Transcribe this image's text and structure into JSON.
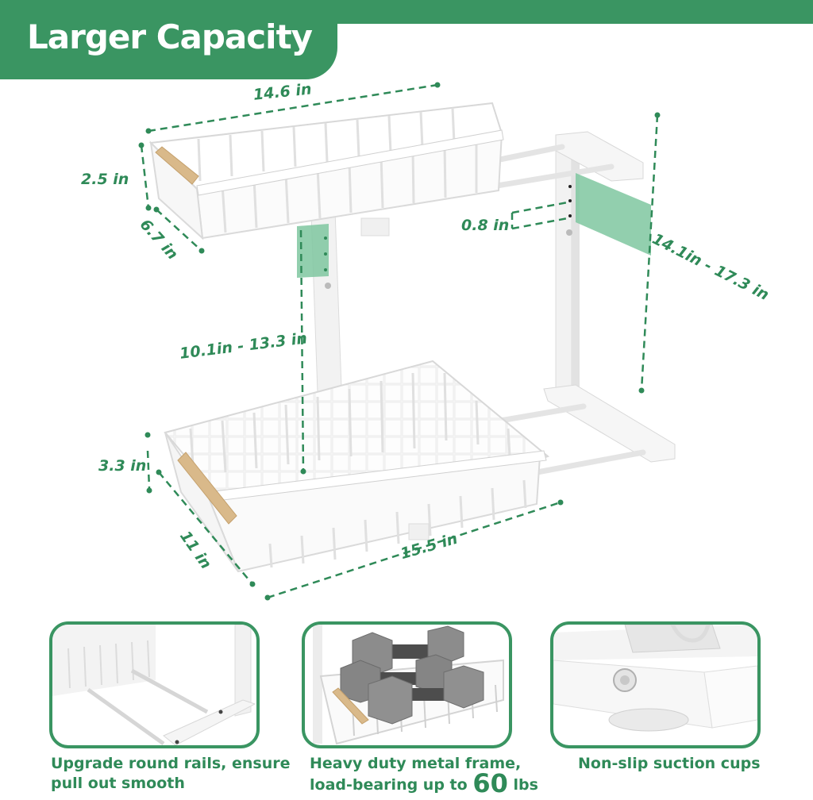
{
  "header": {
    "title": "Larger Capacity"
  },
  "colors": {
    "brand_green": "#3a9562",
    "text_green": "#2f8a58",
    "highlight_green": "#7fc7a0",
    "wood": "#d9b98a"
  },
  "dimensions": {
    "top_basket_length": "14.6 in",
    "top_basket_height": "2.5 in",
    "top_basket_depth": "6.7 in",
    "hole_spacing": "0.8 in",
    "total_height": "14.1in - 17.3 in",
    "tier_gap": "10.1in - 13.3 in",
    "bottom_basket_height": "3.3 in",
    "bottom_basket_depth": "11 in",
    "bottom_basket_length": "15.5 in"
  },
  "features": [
    {
      "caption_line1": "Upgrade round rails, ensure",
      "caption_line2": "pull out smooth",
      "image": "round-rails-closeup"
    },
    {
      "caption_line1": "Heavy duty metal frame,",
      "caption_line2_prefix": "load-bearing up to",
      "caption_line2_number": "60",
      "caption_line2_suffix": "lbs",
      "image": "dumbbells-in-basket"
    },
    {
      "caption_line1": "Non-slip suction cups",
      "image": "suction-cup-closeup"
    }
  ]
}
